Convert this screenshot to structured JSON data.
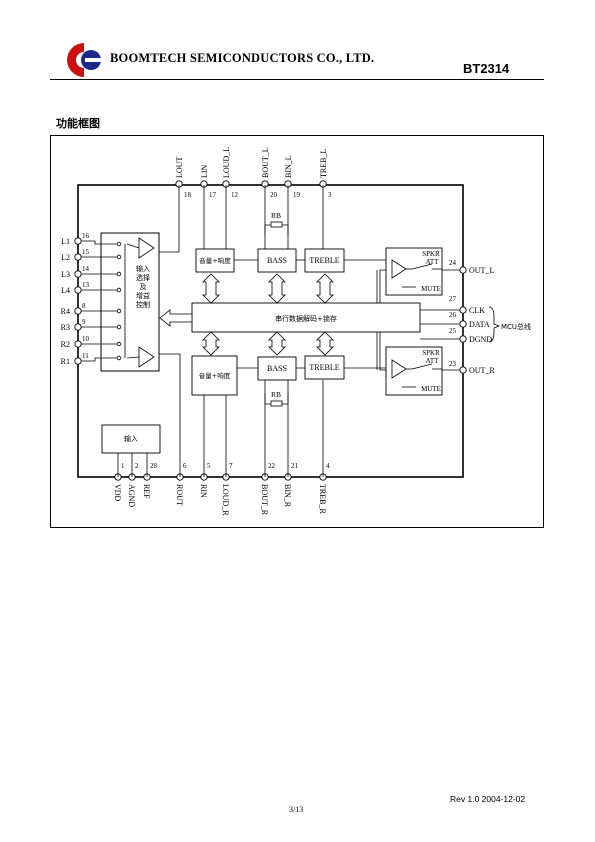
{
  "header": {
    "company": "BOOMTECH SEMICONDUCTORS CO., LTD.",
    "part_number": "BT2314",
    "brand_color": "#cc1111",
    "logo_accent": "#1a2a8a"
  },
  "section_title": "功能框图",
  "diagram": {
    "blocks": {
      "input_select": "输入\n选择\n及\n增益\n控制",
      "volume_top": "音量+响度",
      "volume_bottom": "音量+响度",
      "bass_top": "BASS",
      "bass_bottom": "BASS",
      "treble_top": "TREBLE",
      "treble_bottom": "TREBLE",
      "serial": "串行数据解码+锁存",
      "input_bottom": "输入",
      "spkr_top": "SPKR\nATT",
      "mute_top": "MUTE",
      "spkr_bottom": "SPKR\nATT",
      "mute_bottom": "MUTE",
      "rb_top": "RB",
      "rb_bottom": "RB",
      "mcu_bus": "MCU总线"
    },
    "left_pins": [
      {
        "name": "L1",
        "num": "16"
      },
      {
        "name": "L2",
        "num": "15"
      },
      {
        "name": "L3",
        "num": "14"
      },
      {
        "name": "L4",
        "num": "13"
      },
      {
        "name": "R4",
        "num": "8"
      },
      {
        "name": "R3",
        "num": "9"
      },
      {
        "name": "R2",
        "num": "10"
      },
      {
        "name": "R1",
        "num": "11"
      }
    ],
    "top_pins": [
      {
        "name": "LOUT",
        "num": "18"
      },
      {
        "name": "LIN",
        "num": "17"
      },
      {
        "name": "LOUD_L",
        "num": "12"
      },
      {
        "name": "BOUT_L",
        "num": "20"
      },
      {
        "name": "BIN_L",
        "num": "19"
      },
      {
        "name": "TREB_L",
        "num": "3"
      }
    ],
    "bottom_pins": [
      {
        "name": "VDD",
        "num": "1"
      },
      {
        "name": "AGND",
        "num": "2"
      },
      {
        "name": "REF",
        "num": "28"
      },
      {
        "name": "ROUT",
        "num": "6"
      },
      {
        "name": "RIN",
        "num": "5"
      },
      {
        "name": "LOUD_R",
        "num": "7"
      },
      {
        "name": "BOUT_R",
        "num": "22"
      },
      {
        "name": "BIN_R",
        "num": "21"
      },
      {
        "name": "TREB_R",
        "num": "4"
      }
    ],
    "right_pins": [
      {
        "name": "OUT_L",
        "num": "24"
      },
      {
        "name": "CLK",
        "num": "27"
      },
      {
        "name": "DATA",
        "num": "26"
      },
      {
        "name": "DGND",
        "num": "25"
      },
      {
        "name": "OUT_R",
        "num": "23"
      }
    ]
  },
  "footer": {
    "rev": "Rev  1.0    2004-12-02",
    "page": "3/13"
  }
}
